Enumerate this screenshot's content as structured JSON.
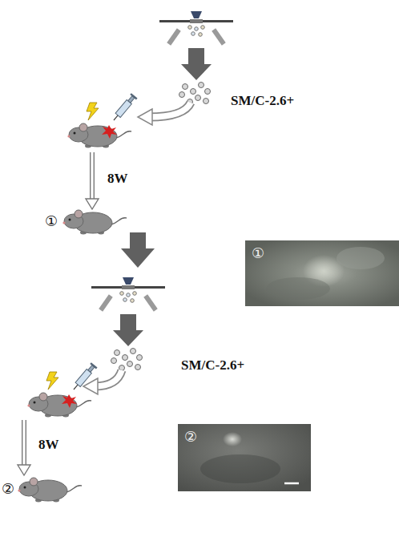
{
  "diagram": {
    "nodes": [
      {
        "text": [
          "①"
        ]
      },
      {
        "text": [
          "②"
        ]
      }
    ],
    "labels": [
      "SM/C-2.6+",
      "8W",
      "①",
      "SM/C-2.6+",
      "8W",
      "②"
    ]
  }
}
